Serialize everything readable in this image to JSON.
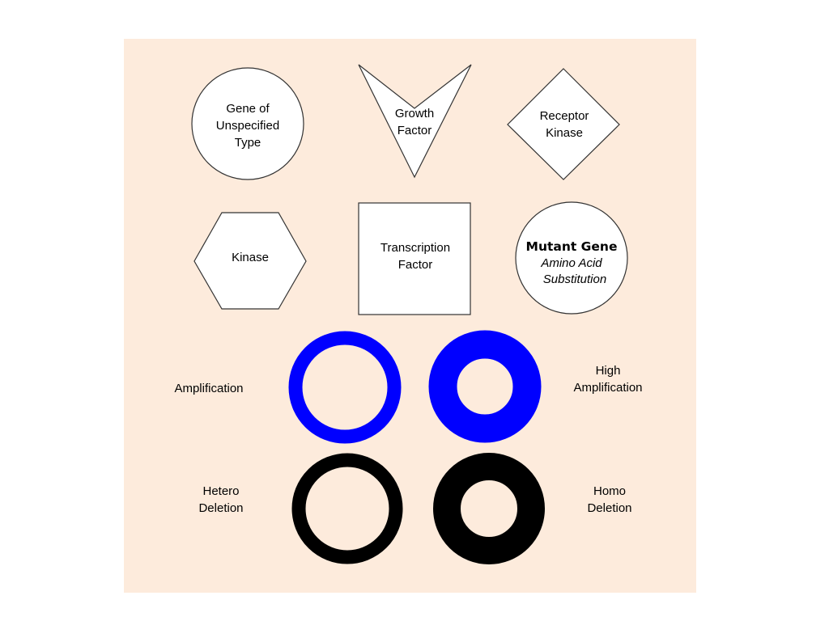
{
  "colors": {
    "page_background": "#ffffff",
    "panel_background": "#fdebdc",
    "shape_fill": "#ffffff",
    "shape_stroke": "#333333",
    "amplification": "#0000ff",
    "deletion": "#000000"
  },
  "shapes": {
    "gene_unspecified": {
      "icon": "circle",
      "line1": "Gene of",
      "line2": "Unspecified",
      "line3": "Type"
    },
    "growth_factor": {
      "icon": "v-triangle",
      "line1": "Growth",
      "line2": "Factor"
    },
    "receptor_kinase": {
      "icon": "diamond",
      "line1": "Receptor",
      "line2": "Kinase"
    },
    "kinase": {
      "icon": "hexagon",
      "line1": "Kinase"
    },
    "transcription_factor": {
      "icon": "square",
      "line1": "Transcription",
      "line2": "Factor"
    },
    "mutant_gene": {
      "icon": "circle",
      "line1": "Mutant Gene",
      "line2": "Amino Acid",
      "line3": "Substitution"
    }
  },
  "rings": {
    "amplification": {
      "icon": "thin-blue-ring",
      "line1": "Amplification"
    },
    "high_amplification": {
      "icon": "thick-blue-ring",
      "line1": "High",
      "line2": "Amplification"
    },
    "hetero_deletion": {
      "icon": "thin-black-ring",
      "line1": "Hetero",
      "line2": "Deletion"
    },
    "homo_deletion": {
      "icon": "thick-black-ring",
      "line1": "Homo",
      "line2": "Deletion"
    }
  }
}
